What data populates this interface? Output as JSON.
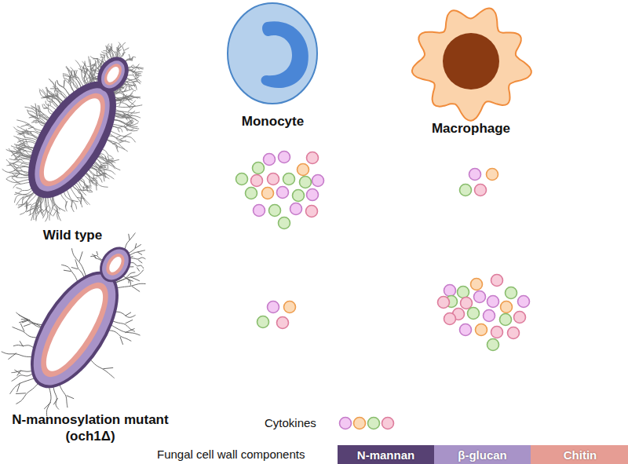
{
  "diagram": {
    "nodes": [
      {
        "text": [
          "Monocyte"
        ]
      },
      {
        "text": [
          "Macrophage"
        ]
      },
      {
        "text": [
          "Wild type"
        ]
      },
      {
        "text": [
          "N-mannosylation mutant (och1Δ)"
        ]
      }
    ],
    "labels": [
      "Cytokines",
      "Fungal cell wall components"
    ],
    "legend": [
      {
        "text": "N-mannan",
        "color": "#574173"
      },
      {
        "text": "β-glucan",
        "color": "#a893c8"
      },
      {
        "text": "Chitin",
        "color": "#e69d94"
      }
    ]
  }
}
